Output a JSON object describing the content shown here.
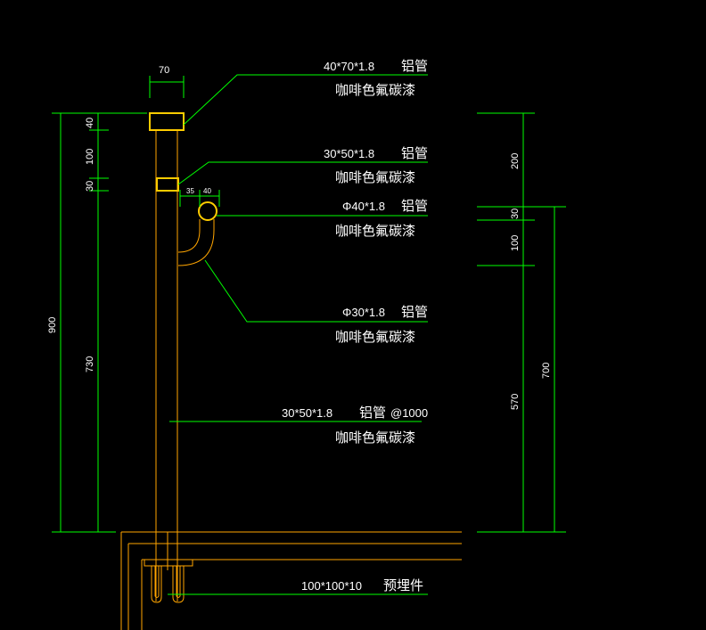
{
  "colors": {
    "background": "#000000",
    "dimension": "#00ff00",
    "structure": "#ffa500",
    "highlight": "#ffcc00",
    "text": "#ffffff"
  },
  "dimensions": {
    "top_width": "70",
    "left_40": "40",
    "left_100": "100",
    "left_30": "30",
    "left_730": "730",
    "left_900": "900",
    "small_35": "35",
    "small_40": "40",
    "right_200": "200",
    "right_30": "30",
    "right_100": "100",
    "right_570": "570",
    "right_700": "700"
  },
  "annotations": [
    {
      "spec": "40*70*1.8",
      "material": "铝管",
      "finish": "咖啡色氟碳漆"
    },
    {
      "spec": "30*50*1.8",
      "material": "铝管",
      "finish": "咖啡色氟碳漆"
    },
    {
      "spec": "Φ40*1.8",
      "material": "铝管",
      "finish": "咖啡色氟碳漆"
    },
    {
      "spec": "Φ30*1.8",
      "material": "铝管",
      "finish": "咖啡色氟碳漆"
    },
    {
      "spec": "30*50*1.8",
      "material": "铝管",
      "extra": "@1000",
      "finish": "咖啡色氟碳漆"
    },
    {
      "spec": "100*100*10",
      "material": "预埋件"
    }
  ]
}
